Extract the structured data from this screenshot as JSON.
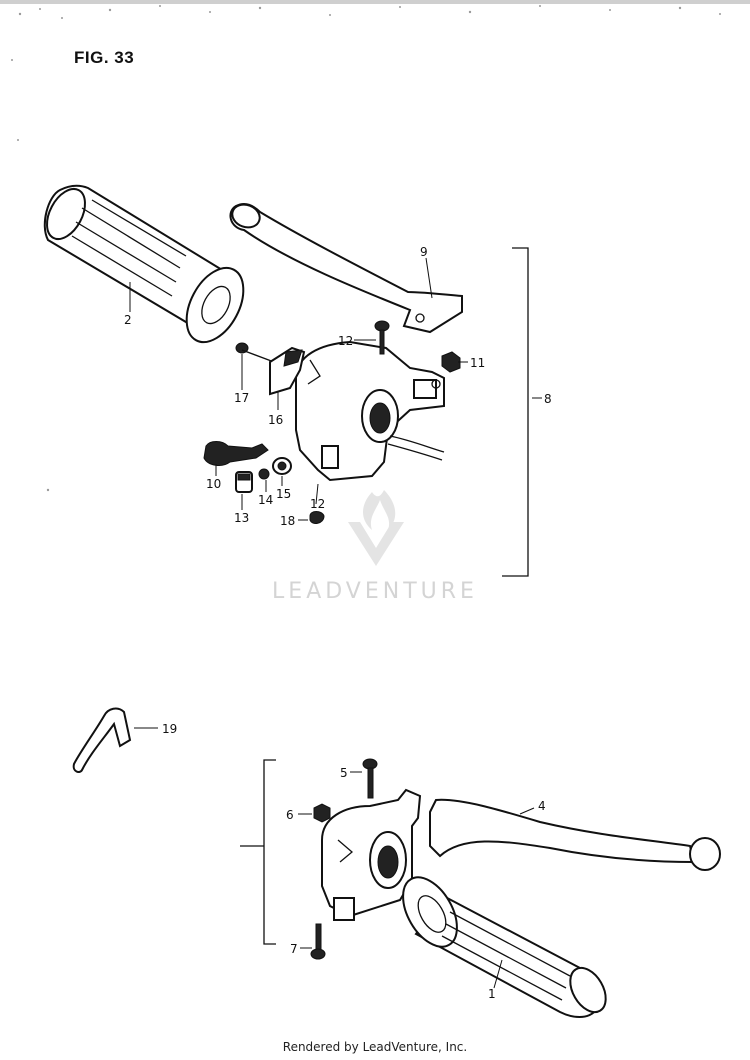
{
  "figure": {
    "label": "FIG. 33"
  },
  "watermark": {
    "text": "LEADVENTURE"
  },
  "footer": {
    "text": "Rendered by LeadVenture, Inc."
  },
  "callouts": {
    "c1": "1",
    "c2": "2",
    "c4": "4",
    "c5": "5",
    "c6": "6",
    "c7": "7",
    "c8": "8",
    "c9": "9",
    "c10": "10",
    "c11": "11",
    "c12a": "12",
    "c12b": "12",
    "c13": "13",
    "c14": "14",
    "c15": "15",
    "c16": "16",
    "c17": "17",
    "c18": "18",
    "c19": "19"
  }
}
